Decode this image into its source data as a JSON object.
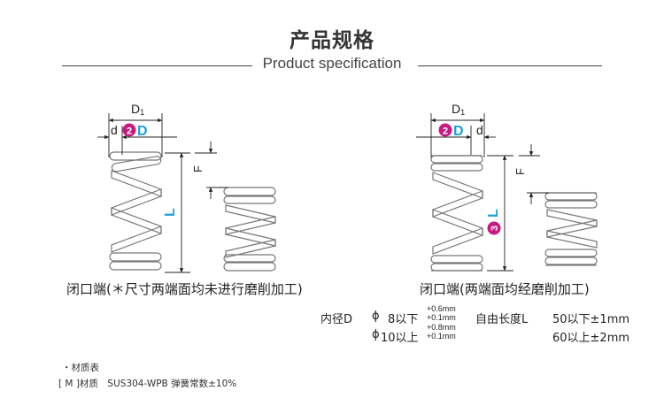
{
  "header": {
    "title": "产品规格",
    "subtitle": "Product specification"
  },
  "diagram": {
    "closed_ground_dims": {
      "d1": "D",
      "d1_sub": "1",
      "d": "d",
      "badge": "2",
      "badge_d": "D",
      "f": "F",
      "l": "L"
    },
    "open_dims": {
      "d1": "D",
      "d1_sub": "1",
      "d": "d",
      "badge": "2",
      "badge_d": "D",
      "f": "F",
      "l_badge": "3",
      "l": "L"
    },
    "caption_left": "闭口端(＊尺寸两端面均未进行磨削加工)",
    "caption_right": "闭口端(两端面均经磨削加工)",
    "colors": {
      "badge": "#c8197f",
      "accent_blue": "#1aa0db",
      "line": "#222222",
      "coil": "#888888"
    }
  },
  "specs": {
    "inner_label": "内径D",
    "row1_prefix": "ϕ",
    "row1_value": "8以下",
    "row1_tol_plus": "+0.6mm",
    "row1_tol_minus": "+0.1mm",
    "row2_prefix": "ϕ",
    "row2_value": "10以上",
    "row2_tol_plus": "+0.8mm",
    "row2_tol_minus": "+0.1mm",
    "free_length_label": "自由长度L",
    "free_row1": "50以下±1mm",
    "free_row2": "60以上±2mm"
  },
  "material": {
    "heading": "・材质表",
    "line": "[ M ]材质　SUS304-WPB 弹簧常数±10%"
  }
}
